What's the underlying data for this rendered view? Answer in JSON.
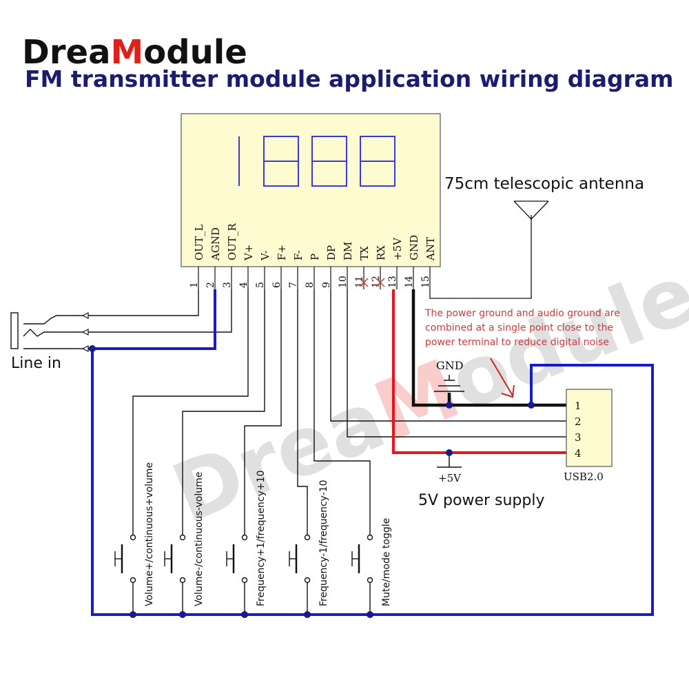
{
  "brand": {
    "prefix": "Drea",
    "highlight": "M",
    "suffix": "odule",
    "prefix_color": "#111111",
    "highlight_color": "#e0201a"
  },
  "title": "FM transmitter module application wiring diagram",
  "title_color": "#1c1c6e",
  "module": {
    "display": "1888",
    "fill_color": "#fffbd0",
    "pins": [
      {
        "num": "1",
        "label": "OUT_L"
      },
      {
        "num": "2",
        "label": "AGND"
      },
      {
        "num": "3",
        "label": "OUT_R"
      },
      {
        "num": "4",
        "label": "V+"
      },
      {
        "num": "5",
        "label": "V-"
      },
      {
        "num": "6",
        "label": "F+"
      },
      {
        "num": "7",
        "label": "F-"
      },
      {
        "num": "8",
        "label": "P"
      },
      {
        "num": "9",
        "label": "DP"
      },
      {
        "num": "10",
        "label": "DM"
      },
      {
        "num": "11",
        "label": "TX"
      },
      {
        "num": "12",
        "label": "RX"
      },
      {
        "num": "13",
        "label": "+5V"
      },
      {
        "num": "14",
        "label": "GND"
      },
      {
        "num": "15",
        "label": "ANT"
      }
    ]
  },
  "antenna_label": "75cm telescopic antenna",
  "note_lines": [
    "The power ground and audio ground are",
    "combined at a single point close to the",
    "power terminal to reduce digital noise"
  ],
  "note_color": "#c0403f",
  "line_in_label": "Line in",
  "gnd_label": "GND",
  "plus5v_label": "+5V",
  "power_label": "5V power supply",
  "usb": {
    "label": "USB2.0",
    "pins": [
      "1",
      "2",
      "3",
      "4"
    ]
  },
  "buttons": [
    "Volume+/continuous+volume",
    "Volume-/continuous-volume",
    "Frequency+1/frequency+10",
    "Frequency-1/frequency-10",
    "Mute/mode toggle"
  ],
  "watermark": "DreaModule",
  "colors": {
    "blue_wire": "#1a1acd",
    "red_wire": "#e8141a",
    "black_wire": "#111111",
    "node": "#1a1a8a"
  }
}
